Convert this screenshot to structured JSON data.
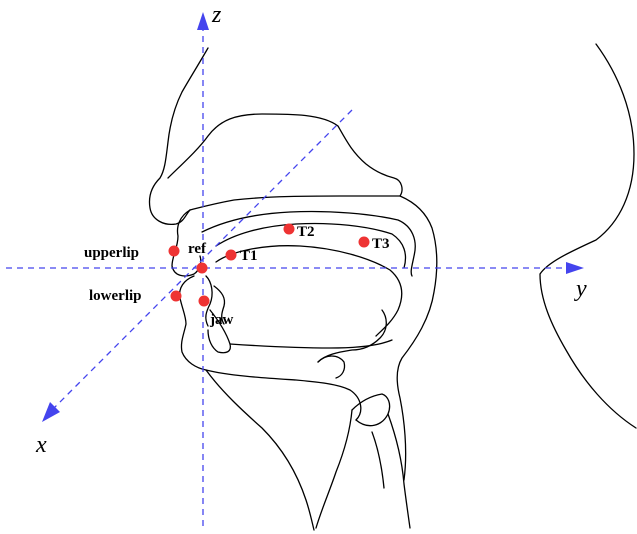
{
  "axes": {
    "x": "x",
    "y": "y",
    "z": "z",
    "color": "#4444ee"
  },
  "points": [
    {
      "id": "upperlip",
      "label": "upperlip"
    },
    {
      "id": "ref",
      "label": "ref"
    },
    {
      "id": "T1",
      "label": "T1"
    },
    {
      "id": "T2",
      "label": "T2"
    },
    {
      "id": "T3",
      "label": "T3"
    },
    {
      "id": "lowerlip",
      "label": "lowerlip"
    },
    {
      "id": "jaw",
      "label": "jaw"
    }
  ],
  "marker_color": "#ee3333"
}
